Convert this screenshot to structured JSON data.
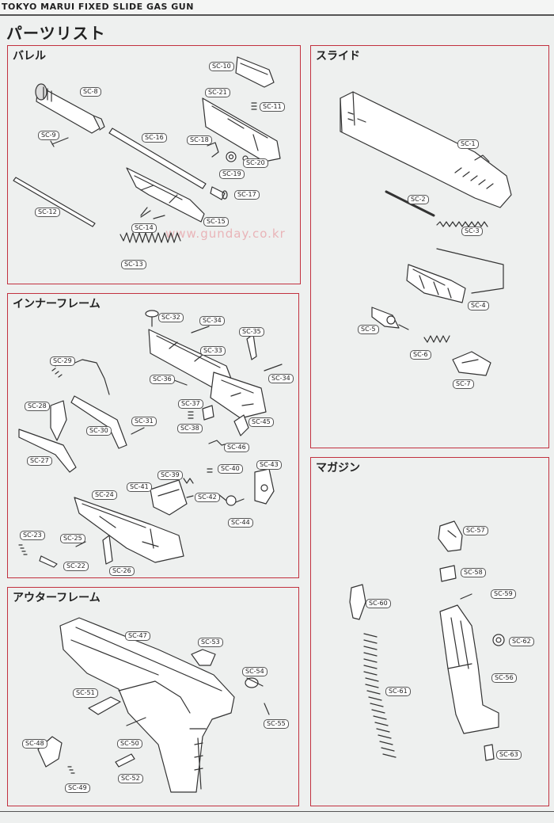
{
  "header": {
    "brand": "TOKYO MARUI FIXED SLIDE GAS GUN"
  },
  "page_title": "パーツリスト",
  "watermark": "www.gunday.co.kr",
  "sections": {
    "barrel": {
      "title": "バレル",
      "labels": [
        "SC-8",
        "SC-9",
        "SC-10",
        "SC-11",
        "SC-12",
        "SC-13",
        "SC-14",
        "SC-15",
        "SC-16",
        "SC-17",
        "SC-18",
        "SC-19",
        "SC-20",
        "SC-21"
      ]
    },
    "slide": {
      "title": "スライド",
      "labels": [
        "SC-1",
        "SC-2",
        "SC-3",
        "SC-4",
        "SC-5",
        "SC-6",
        "SC-7"
      ]
    },
    "inner": {
      "title": "インナーフレーム",
      "labels": [
        "SC-22",
        "SC-23",
        "SC-24",
        "SC-25",
        "SC-26",
        "SC-27",
        "SC-28",
        "SC-29",
        "SC-30",
        "SC-31",
        "SC-32",
        "SC-33",
        "SC-34",
        "SC-34",
        "SC-35",
        "SC-36",
        "SC-37",
        "SC-38",
        "SC-39",
        "SC-40",
        "SC-41",
        "SC-42",
        "SC-43",
        "SC-44",
        "SC-45",
        "SC-46"
      ]
    },
    "magazine": {
      "title": "マガジン",
      "labels": [
        "SC-56",
        "SC-57",
        "SC-58",
        "SC-59",
        "SC-60",
        "SC-61",
        "SC-62",
        "SC-63"
      ]
    },
    "outer": {
      "title": "アウターフレーム",
      "labels": [
        "SC-47",
        "SC-48",
        "SC-49",
        "SC-50",
        "SC-51",
        "SC-52",
        "SC-53",
        "SC-54",
        "SC-55"
      ]
    }
  }
}
